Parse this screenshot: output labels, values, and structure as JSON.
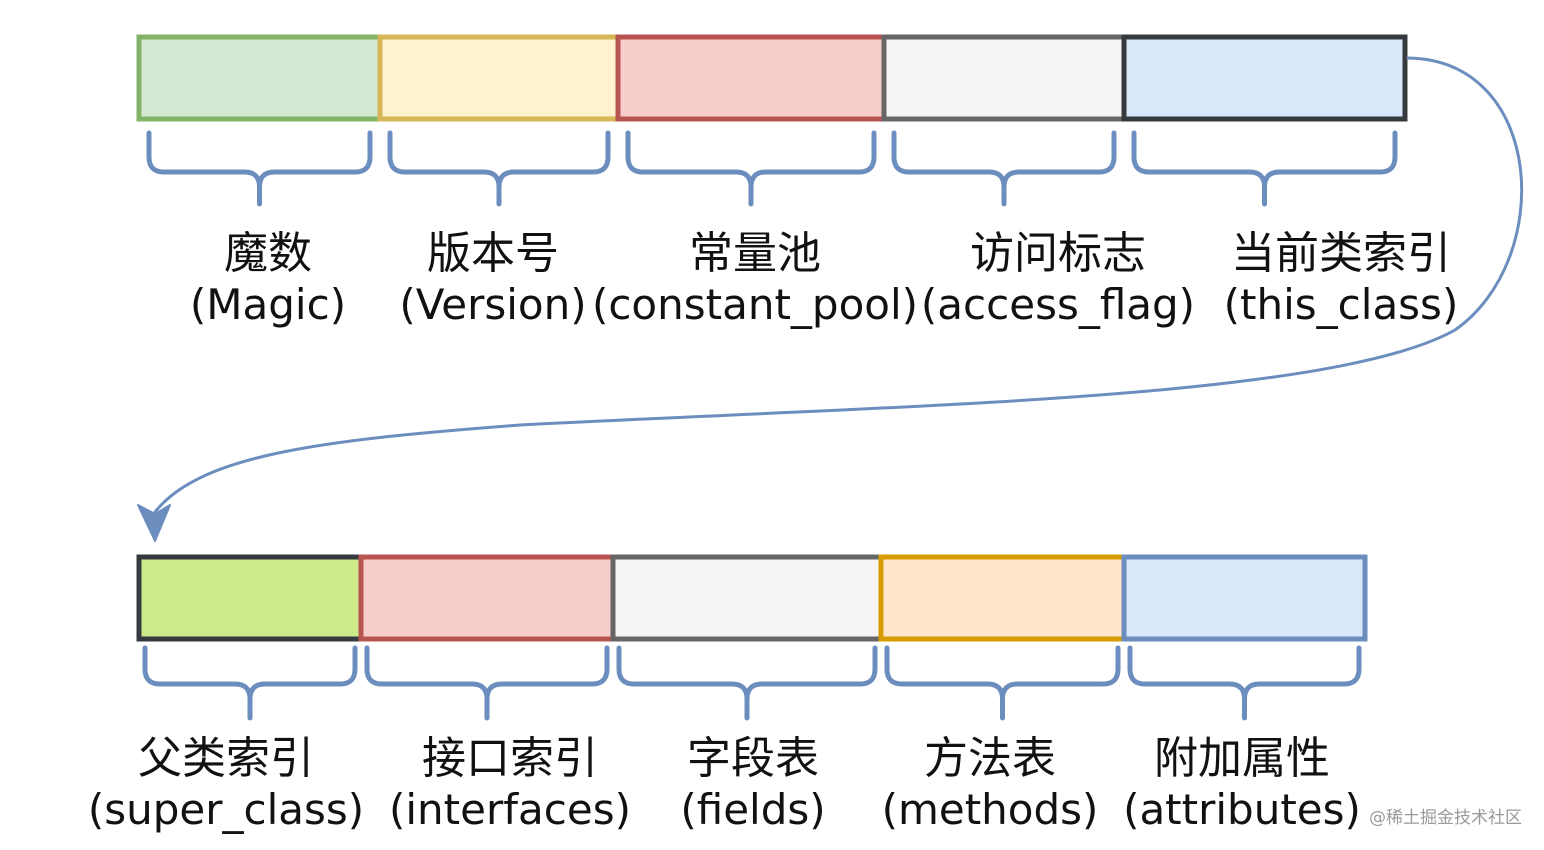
{
  "rows": [
    [
      {
        "zh": "魔数",
        "en": "(Magic)",
        "fill": "#d5e8d4",
        "stroke": "#82b366"
      },
      {
        "zh": "版本号",
        "en": "(Version)",
        "fill": "#fff2cc",
        "stroke": "#d6b656"
      },
      {
        "zh": "常量池",
        "en": "(constant_pool)",
        "fill": "#f8cecc",
        "stroke": "#b85450"
      },
      {
        "zh": "访问标志",
        "en": "(access_flag)",
        "fill": "#f5f5f5",
        "stroke": "#666666"
      },
      {
        "zh": "当前类索引",
        "en": "(this_class)",
        "fill": "#dae8fc",
        "stroke": "#36393d"
      }
    ],
    [
      {
        "zh": "父类索引",
        "en": "(super_class)",
        "fill": "#cdeb8b",
        "stroke": "#36393d"
      },
      {
        "zh": "接口索引",
        "en": "(interfaces)",
        "fill": "#f8cecc",
        "stroke": "#b85450"
      },
      {
        "zh": "字段表",
        "en": "(fields)",
        "fill": "#f5f5f5",
        "stroke": "#666666"
      },
      {
        "zh": "方法表",
        "en": "(methods)",
        "fill": "#ffe6cc",
        "stroke": "#d79b00"
      },
      {
        "zh": "附加属性",
        "en": "(attributes)",
        "fill": "#dae8fc",
        "stroke": "#6c8ebf"
      }
    ]
  ],
  "colors": {
    "brace": "#6c8ebf",
    "arrow": "#6c8ebf",
    "text": "#111111"
  },
  "watermark": "@稀土掘金技术社区"
}
